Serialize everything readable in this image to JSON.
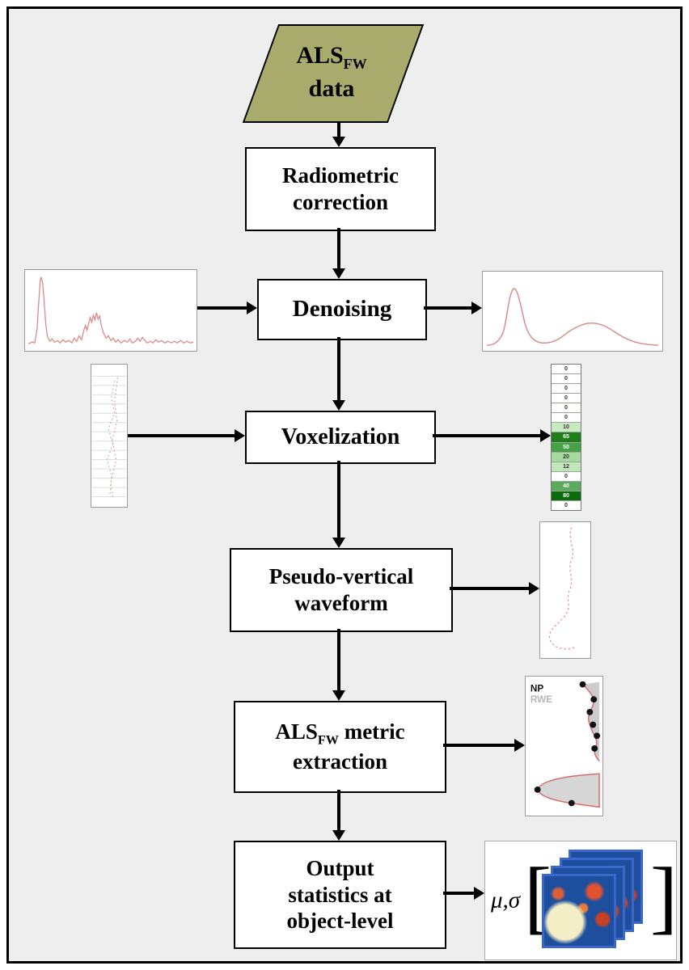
{
  "figure": {
    "background": "#efeeee",
    "start_fill": "#a9ab6c",
    "waveform_red": "#dd8888",
    "border_black": "#000000"
  },
  "start_node": {
    "main": "ALS",
    "sub": "FW",
    "line2": "data"
  },
  "boxes": {
    "radiometric": {
      "line1": "Radiometric",
      "line2": "correction"
    },
    "denoising": {
      "line1": "Denoising"
    },
    "voxelization": {
      "line1": "Voxelization"
    },
    "pseudo": {
      "line1": "Pseudo-vertical",
      "line2": "waveform"
    },
    "metric": {
      "line1_pre": "ALS",
      "line1_sub": "FW",
      "line1_post": " metric",
      "line2": "extraction"
    },
    "output": {
      "line1": "Output",
      "line2": "statistics at",
      "line3": "object-level"
    }
  },
  "voxel_column": {
    "cells": [
      {
        "value": "0",
        "bg": "#ffffff",
        "fg": "#333333"
      },
      {
        "value": "0",
        "bg": "#ffffff",
        "fg": "#333333"
      },
      {
        "value": "0",
        "bg": "#ffffff",
        "fg": "#333333"
      },
      {
        "value": "0",
        "bg": "#ffffff",
        "fg": "#333333"
      },
      {
        "value": "0",
        "bg": "#ffffff",
        "fg": "#333333"
      },
      {
        "value": "0",
        "bg": "#ffffff",
        "fg": "#333333"
      },
      {
        "value": "10",
        "bg": "#c9e9c2",
        "fg": "#333333"
      },
      {
        "value": "65",
        "bg": "#1e7e1e",
        "fg": "#ffffff"
      },
      {
        "value": "50",
        "bg": "#46a046",
        "fg": "#ffffff"
      },
      {
        "value": "20",
        "bg": "#a6d9a0",
        "fg": "#333333"
      },
      {
        "value": "12",
        "bg": "#c2e5bb",
        "fg": "#333333"
      },
      {
        "value": "0",
        "bg": "#ffffff",
        "fg": "#333333"
      },
      {
        "value": "40",
        "bg": "#5cab5c",
        "fg": "#ffffff"
      },
      {
        "value": "80",
        "bg": "#0d6b0d",
        "fg": "#ffffff"
      },
      {
        "value": "0",
        "bg": "#ffffff",
        "fg": "#333333"
      }
    ]
  },
  "metric_panel": {
    "np": "NP",
    "rwe": "RWE"
  },
  "stats_panel": {
    "label": "μ,σ",
    "bracket_open": "[",
    "bracket_close": "]"
  }
}
